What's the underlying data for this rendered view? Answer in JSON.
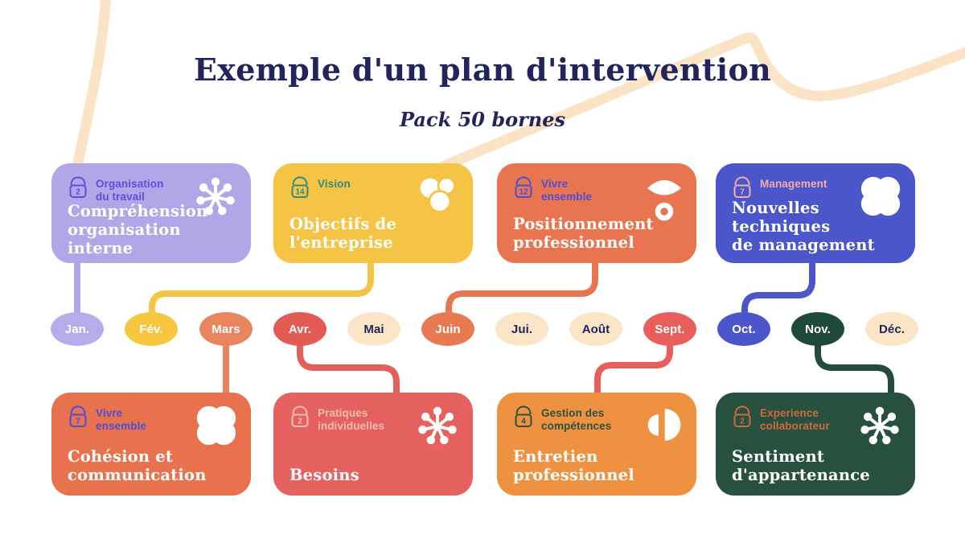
{
  "header": {
    "title": "Exemple d'un plan d'intervention",
    "subtitle": "Pack 50 bornes"
  },
  "colors": {
    "title_text": "#22255B",
    "background_swoosh": "#FBE4C6",
    "card_title_text": "#FFFFFF"
  },
  "top_cards": [
    {
      "badge": "2",
      "category": "Organisation\ndu travail",
      "title": "Compréhension\norganisation interne",
      "icon": "asterisk",
      "bg": "#B3A6E8",
      "accent": "#5B50DC",
      "month": "Jan.",
      "connector_color": "#B3A6E8"
    },
    {
      "badge": "14",
      "category": "Vision",
      "title": "Objectifs de\nl'entreprise",
      "icon": "three-circles",
      "bg": "#F6C445",
      "accent": "#2E8C80",
      "month": "Fév.",
      "connector_color": "#F6C443"
    },
    {
      "badge": "12",
      "category": "Vivre\nensemble",
      "title": "Positionnement\nprofessionnel",
      "icon": "eye",
      "bg": "#E87450",
      "accent": "#4B4FD8",
      "month": "Juin",
      "connector_color": "#E87450"
    },
    {
      "badge": "7",
      "category": "Management",
      "title": "Nouvelles\ntechniques\nde management",
      "icon": "blob",
      "bg": "#4A56C9",
      "accent": "#F2ADA4",
      "month": "Oct.",
      "connector_color": "#4A56C9"
    }
  ],
  "months": [
    {
      "label": "Jan.",
      "bg": "#B8ABEB",
      "text": "#FFFFFF"
    },
    {
      "label": "Fév.",
      "bg": "#F6C63F",
      "text": "#FFFFFF"
    },
    {
      "label": "Mars",
      "bg": "#E8845E",
      "text": "#FFFFFF"
    },
    {
      "label": "Avr.",
      "bg": "#E25B55",
      "text": "#FFFFFF"
    },
    {
      "label": "Mai",
      "bg": "#FAE5C7",
      "text": "#23265A"
    },
    {
      "label": "Juin",
      "bg": "#E87A52",
      "text": "#FFFFFF"
    },
    {
      "label": "Jui.",
      "bg": "#FAE5C7",
      "text": "#23265A"
    },
    {
      "label": "Août",
      "bg": "#FAE5C7",
      "text": "#23265A"
    },
    {
      "label": "Sept.",
      "bg": "#E85E5B",
      "text": "#FFFFFF"
    },
    {
      "label": "Oct.",
      "bg": "#4A56C9",
      "text": "#FFFFFF"
    },
    {
      "label": "Nov.",
      "bg": "#1F4A3B",
      "text": "#FFFFFF"
    },
    {
      "label": "Déc.",
      "bg": "#FAE5C7",
      "text": "#23265A"
    }
  ],
  "bottom_cards": [
    {
      "badge": "7",
      "category": "Vivre\nensemble",
      "title": "Cohésion et\ncommunication",
      "icon": "blob",
      "bg": "#E8724E",
      "accent": "#4B4FD8",
      "month": "Mars",
      "connector_color": "#E8845E"
    },
    {
      "badge": "2",
      "category": "Pratiques\nindividuelles",
      "title": "Besoins",
      "icon": "asterisk",
      "bg": "#E4615E",
      "accent": "#F5BDB3",
      "month": "Avr.",
      "connector_color": "#E3605A"
    },
    {
      "badge": "4",
      "category": "Gestion des\ncompétences",
      "title": "Entretien\nprofessionnel",
      "icon": "half-circles",
      "bg": "#EE9140",
      "accent": "#2A5243",
      "month": "Sept.",
      "connector_color": "#E85E5B"
    },
    {
      "badge": "2",
      "category": "Experience\ncollaborateur",
      "title": "Sentiment\nd'appartenance",
      "icon": "asterisk",
      "bg": "#27503F",
      "accent": "#CB6B3C",
      "month": "Nov.",
      "connector_color": "#234C3E"
    }
  ]
}
